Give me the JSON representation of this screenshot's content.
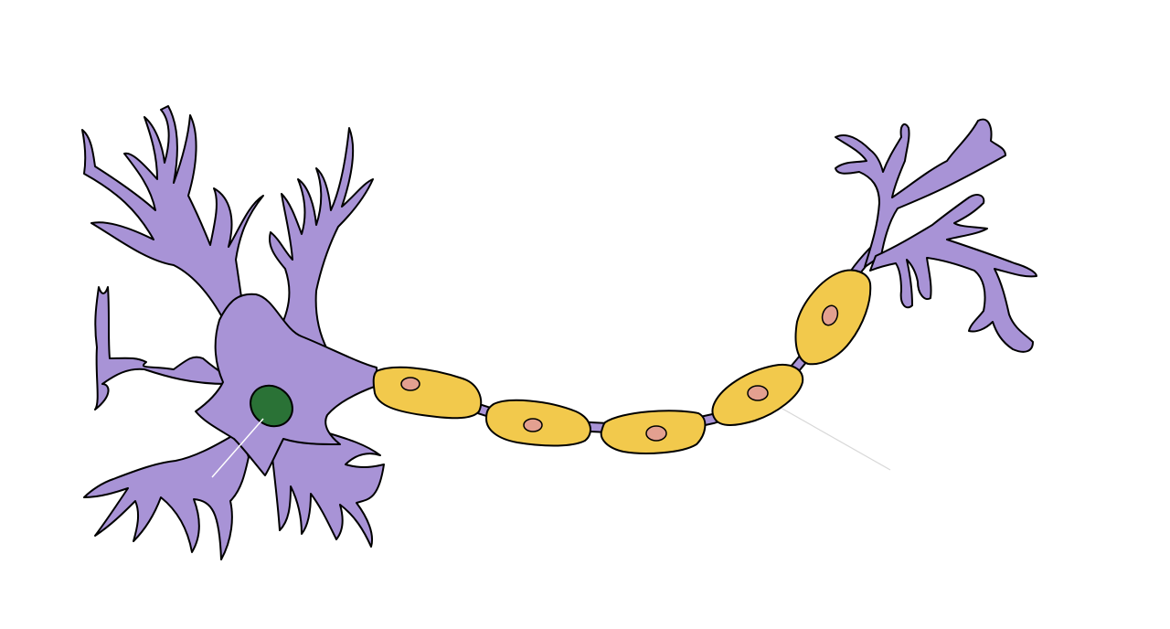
{
  "diagram": {
    "subject": "neuron",
    "colors": {
      "background": "#ffffff",
      "cell_body": "#a893d6",
      "nucleus": "#2a7236",
      "myelin_sheath": "#f2c94c",
      "schwann_nucleus": "#e3a090",
      "outline": "#000000",
      "pointer_line": "#ffffff"
    },
    "parts": [
      "dendrites",
      "cell-body",
      "nucleus",
      "axon",
      "myelin-sheath",
      "schwann-cell-nuclei",
      "axon-terminal"
    ],
    "labels": []
  }
}
